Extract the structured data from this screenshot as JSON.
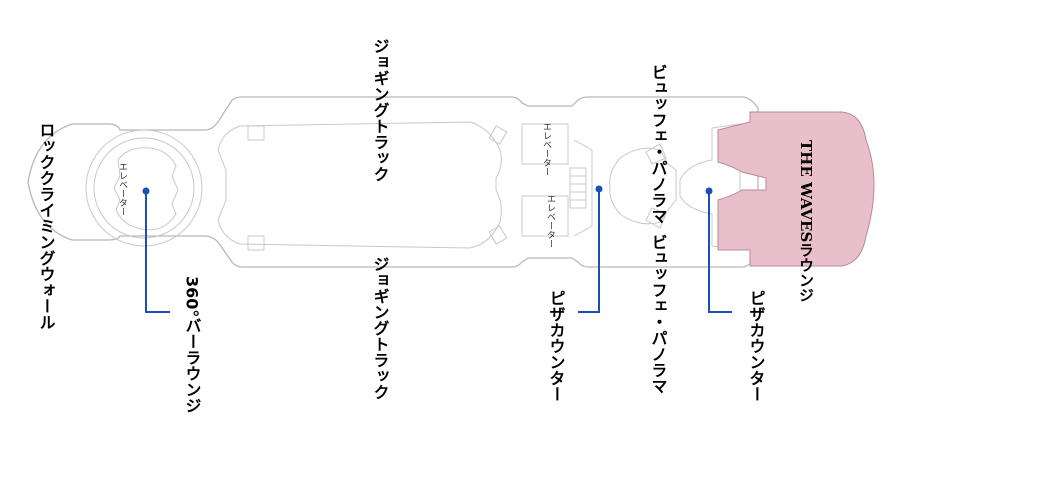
{
  "labels": {
    "rock_wall": "ロッククライミングウォール",
    "bar360": "360°バーラウンジ",
    "elevator_fwd": "エレベーター",
    "jogging_top": "ジョギングトラック",
    "jogging_bottom": "ジョギングトラック",
    "elevator_mid_top": "エレベーター",
    "elevator_mid_bottom": "エレベーター",
    "pizza_mid": "ピザカウンター",
    "buffet_top": "ビュッフェ・パノラマ",
    "buffet_bottom": "ビュッフェ・パノラマ",
    "waves": "THE WAVESラウンジ",
    "pizza_aft": "ピザカウンター"
  },
  "colors": {
    "hull_stroke": "#b8b8b8",
    "lounge_fill": "#e9bfcc",
    "leader_line": "#1a4fb8"
  }
}
